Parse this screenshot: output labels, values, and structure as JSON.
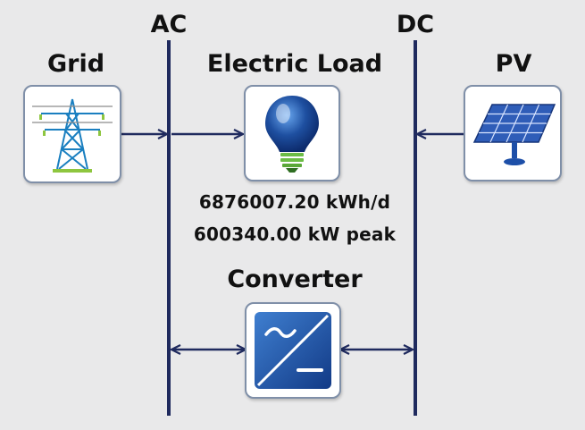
{
  "buses": {
    "ac": {
      "label": "AC"
    },
    "dc": {
      "label": "DC"
    }
  },
  "nodes": {
    "grid": {
      "label": "Grid",
      "icon": "transmission-tower-icon"
    },
    "load": {
      "label": "Electric Load",
      "icon": "light-bulb-icon",
      "energy": "6876007.20 kWh/d",
      "peak": "600340.00 kW peak"
    },
    "pv": {
      "label": "PV",
      "icon": "solar-panel-icon"
    },
    "converter": {
      "label": "Converter",
      "icon": "ac-dc-converter-icon"
    }
  },
  "colors": {
    "line": "#1f2a5e",
    "bulb": "#1e4fa0",
    "tower": "#1a7fc0",
    "panel": "#2f5db8",
    "converter": "#1d4fa8"
  }
}
